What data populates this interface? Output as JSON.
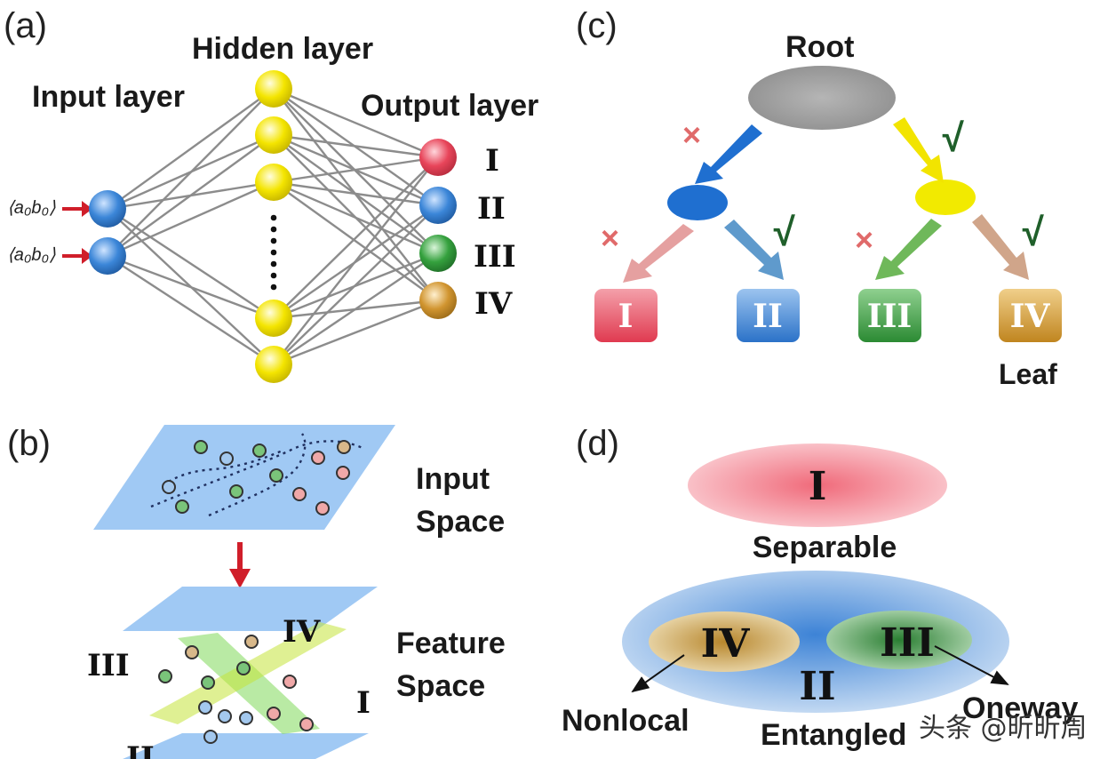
{
  "panel_a": {
    "letter": "(a)",
    "input_label": "Input layer",
    "hidden_label": "Hidden layer",
    "output_label": "Output layer",
    "input_1": "⟨a₀b₀⟩",
    "input_2": "⟨a₀b₀⟩",
    "out_1": "I",
    "out_2": "II",
    "out_3": "III",
    "out_4": "IV"
  },
  "panel_b": {
    "letter": "(b)",
    "input_space_1": "Input",
    "input_space_2": "Space",
    "feature_space_1": "Feature",
    "feature_space_2": "Space",
    "region_iv": "IV",
    "region_iii": "III",
    "region_i": "I",
    "region_ii": "II"
  },
  "panel_c": {
    "letter": "(c)",
    "root": "Root",
    "leaf": "Leaf",
    "leaf_1": "I",
    "leaf_2": "II",
    "leaf_3": "III",
    "leaf_4": "IV",
    "x_mark": "×",
    "check_mark": "√"
  },
  "panel_d": {
    "letter": "(d)",
    "class_i": "I",
    "separable": "Separable",
    "class_iv": "IV",
    "class_iii": "III",
    "class_ii": "II",
    "nonlocal": "Nonlocal",
    "entangled": "Entangled",
    "oneway": "Oneway"
  },
  "watermark": "头条 @昕昕周",
  "colors": {
    "red": "#e8455a",
    "blue": "#2f7bd0",
    "green": "#2e9a3a",
    "orange": "#c98a2a",
    "yellow": "#f2e600",
    "gray": "#a9a9a9"
  }
}
